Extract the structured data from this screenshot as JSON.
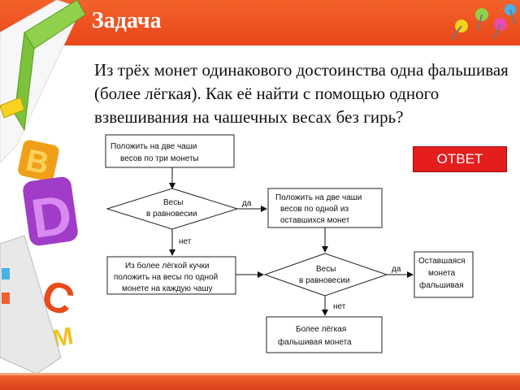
{
  "slide": {
    "title": "Задача",
    "problem_text": "Из трёх монет одинакового достоинства одна фальшивая (более лёгкая). Как её найти с помощью одного взвешивания на чашечных весах без гирь?",
    "answer_button": "ОТВЕТ"
  },
  "decorations": {
    "letters": [
      "В",
      "D",
      "C",
      "M"
    ],
    "icons": [
      "ruler-icon",
      "pencil-icon",
      "pushpin-icon"
    ]
  },
  "flowchart": {
    "start": [
      "Положить на две чаши",
      "весов по три монеты"
    ],
    "decision1": [
      "Весы",
      "в равновесии"
    ],
    "yes1": "да",
    "no1": "нет",
    "step_yes1": [
      "Положить на две чаши",
      "весов по одной из",
      "оставшихся монет"
    ],
    "step_no1": [
      "Из более лёгкой кучки",
      "положить на весы по одной",
      "монете на каждую чашу"
    ],
    "decision2": [
      "Весы",
      "в равновесии"
    ],
    "yes2": "да",
    "no2": "нет",
    "result_yes": [
      "Оставшаяся",
      "монета",
      "фальшивая"
    ],
    "result_no": [
      "Более лёгкая",
      "фальшивая монета"
    ]
  }
}
